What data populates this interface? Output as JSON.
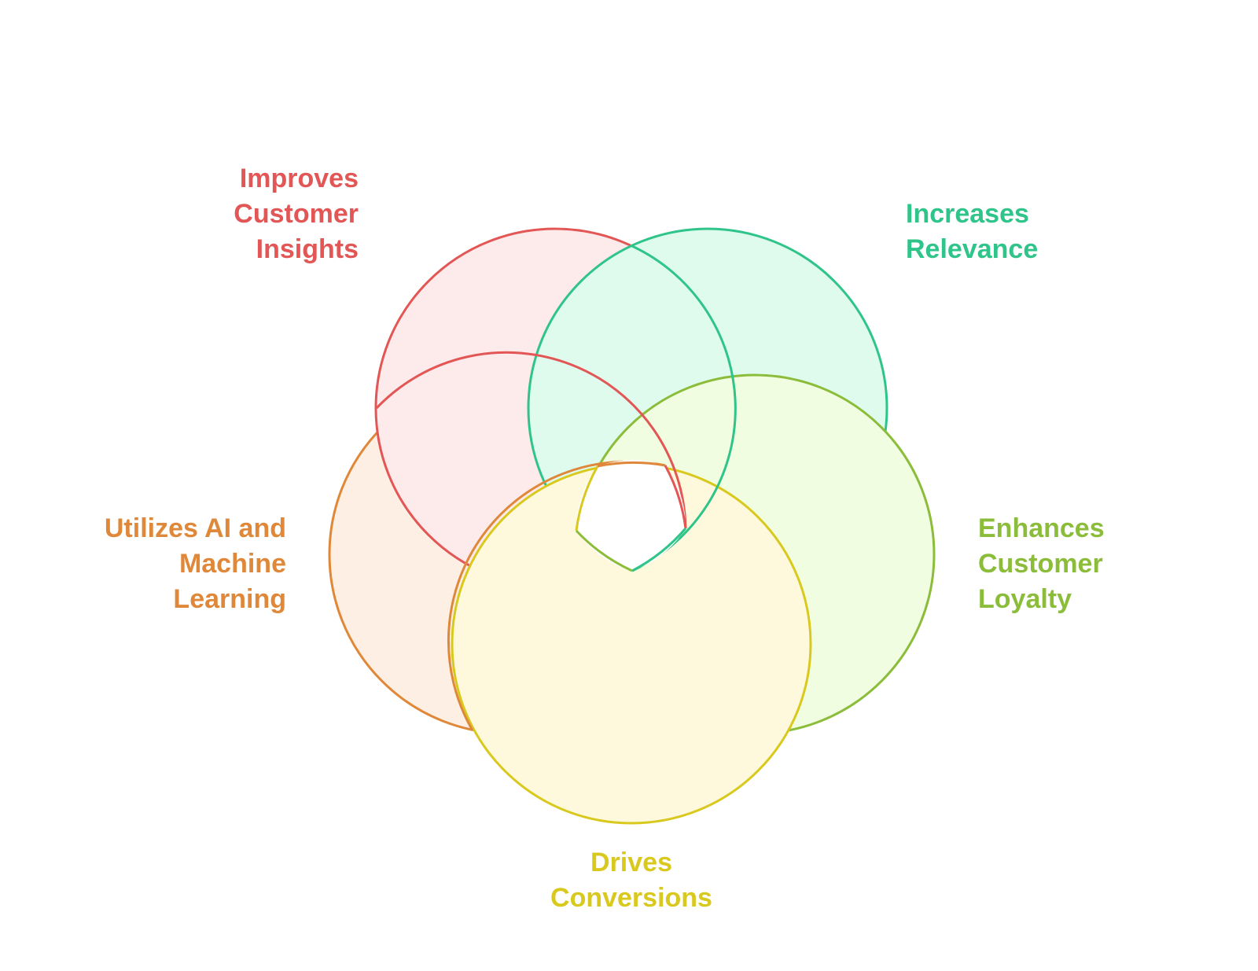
{
  "diagram": {
    "segments": [
      {
        "id": "customer-insights",
        "lines": [
          "Improves",
          "Customer",
          "Insights"
        ],
        "stroke": "#e35656",
        "fill": "#fdeaea"
      },
      {
        "id": "relevance",
        "lines": [
          "Increases",
          "Relevance"
        ],
        "stroke": "#2fc48a",
        "fill": "#defbee"
      },
      {
        "id": "customer-loyalty",
        "lines": [
          "Enhances",
          "Customer",
          "Loyalty"
        ],
        "stroke": "#8bbd3a",
        "fill": "#f0fde0"
      },
      {
        "id": "conversions",
        "lines": [
          "Drives",
          "Conversions"
        ],
        "stroke": "#d9c91e",
        "fill": "#fef9dc"
      },
      {
        "id": "ai-ml",
        "lines": [
          "Utilizes AI and",
          "Machine",
          "Learning"
        ],
        "stroke": "#e0883a",
        "fill": "#fdefe3"
      }
    ]
  }
}
